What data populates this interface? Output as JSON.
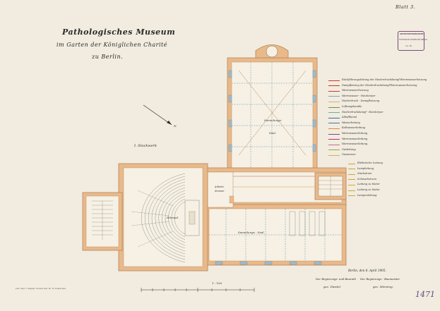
{
  "sheet_number": "Blatt 3.",
  "title": {
    "line1": "Pathologisches Museum",
    "line2": "im Garten der Königlichen Charité",
    "line3": "zu Berlin."
  },
  "stamp": {
    "line1": "ARCHITEKTURMUSEUM",
    "line2": "TECHNISCHE UNIVERSITÄT BERLIN",
    "line3": "Inv. Nr."
  },
  "north_label": "N.",
  "floor_label": "I. Stockwerk",
  "rooms": {
    "hall_upper_line1": "Sammlungs-",
    "hall_upper_line2": "Saal.",
    "lecture_hall": "Hörsaal.",
    "hall_lower": "Sammlungs - Saal.",
    "small_room_line1": "Arbeits-",
    "small_room_line2": "Zimmer"
  },
  "legend": [
    {
      "label": "Rückführungsleitung der Niederdruckdampf-Warmwasserheizung",
      "color": "#c23a2b"
    },
    {
      "label": "Dampfleitung der Niederdruckdampf-Warmwasserheizung",
      "color": "#c23a2b"
    },
    {
      "label": "Warmwasserheizung",
      "color": "#c23a2b"
    },
    {
      "label": "Warmwasser - Heizkörper",
      "color": "#7ea7b8"
    },
    {
      "label": "Niederdruck - Dampfheizung",
      "color": "#d8b070"
    },
    {
      "label": "Lüftungskanäle",
      "color": "#6f8f3a"
    },
    {
      "label": "Niederdruckdampf - Heizkörper",
      "color": "#6fae9a"
    },
    {
      "label": "Abluftkanal",
      "color": "#2f6f9f"
    },
    {
      "label": "Wasserleitung",
      "color": "#4a6fb0"
    },
    {
      "label": "Kaltwasserleitung",
      "color": "#e08a3a"
    },
    {
      "label": "Warmwasserleitung",
      "color": "#7a4a8a"
    },
    {
      "label": "Warmwasserleitung",
      "color": "#b0336e"
    },
    {
      "label": "Warmwasserleitung",
      "color": "#c86a9a"
    },
    {
      "label": "Gasleitung",
      "color": "#9aa83a"
    },
    {
      "label": "Gasmesser",
      "color": "#c9b35a"
    }
  ],
  "legend2": [
    {
      "label": "Elektrische Leitung",
      "color": "#d1a33a"
    },
    {
      "label": "Lampleitung",
      "color": "#d1a33a"
    },
    {
      "label": "Starkstrom",
      "color": "#d1a33a"
    },
    {
      "label": "Schwachstrom",
      "color": "#d1a33a"
    },
    {
      "label": "Leitung zu Motor",
      "color": "#d1a33a"
    },
    {
      "label": "Leitung zu Motor",
      "color": "#d1a33a"
    },
    {
      "label": "Lampenleitung",
      "color": "#d1a33a"
    }
  ],
  "signature": {
    "place_date": "Berlin, den 8. April 1905.",
    "left_title": "Der Regierungs- und Baurath",
    "left_name": "gez. Diestel.",
    "right_title": "Der Regierungs - Baumeister",
    "right_name": "gez. Mönning."
  },
  "scale_text": "1 : 100",
  "bottom_left_note": "Lith. Anst. v. Wagner, Grosser Verl. Pl., St. Kolnischen.",
  "inventory_number": "1471",
  "colors": {
    "wall": "#e8b98a",
    "wall_stroke": "#b9845a",
    "floor": "#f6f1e4",
    "blueprint": "#6a8faa",
    "ink": "#2a2a2a"
  }
}
